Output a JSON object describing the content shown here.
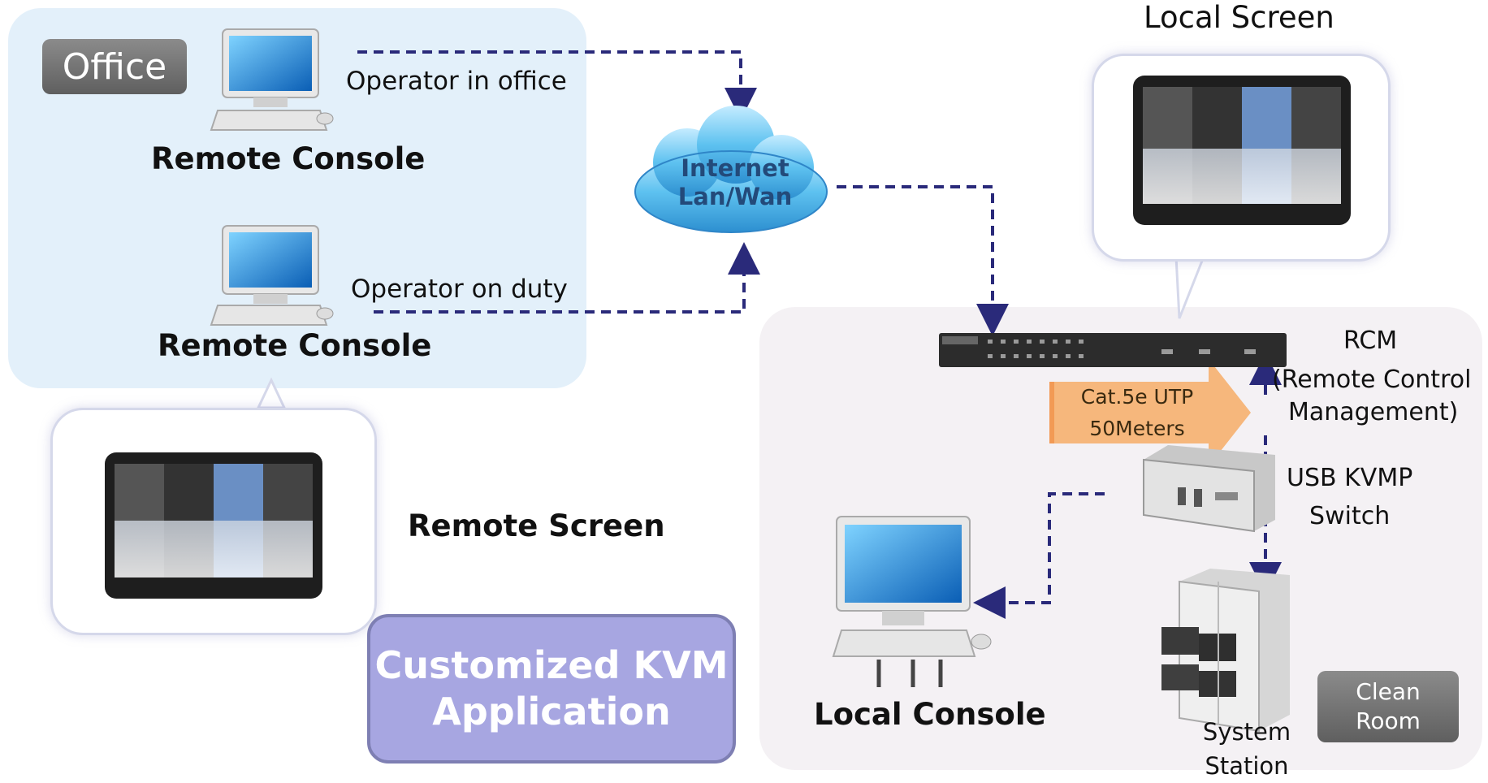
{
  "office": {
    "badge": "Office",
    "console1_label": "Remote Console",
    "console2_label": "Remote Console",
    "operator1": "Operator in office",
    "operator2": "Operator on duty",
    "remote_screen_label": "Remote Screen"
  },
  "network": {
    "cloud_line1": "Internet",
    "cloud_line2": "Lan/Wan"
  },
  "local": {
    "local_screen_label": "Local Screen",
    "rcm_title": "RCM",
    "rcm_line1": "(Remote  Control",
    "rcm_line2": "Management)",
    "cable_line1": "Cat.5e UTP",
    "cable_line2": "50Meters",
    "switch_line1": "USB KVMP",
    "switch_line2": "Switch",
    "local_console_label": "Local Console",
    "system_line1": "System",
    "system_line2": "Station",
    "clean_line1": "Clean",
    "clean_line2": "Room"
  },
  "app": {
    "line1": "Customized KVM",
    "line2": "Application"
  },
  "colors": {
    "office_panel": "#e3f0fa",
    "clean_panel": "#f4f1f4",
    "dash_line": "#2a2a7a",
    "app_box": "#a7a6e1",
    "cable_arrow": "#f6b77c",
    "cloud": "#4ab3e8"
  }
}
